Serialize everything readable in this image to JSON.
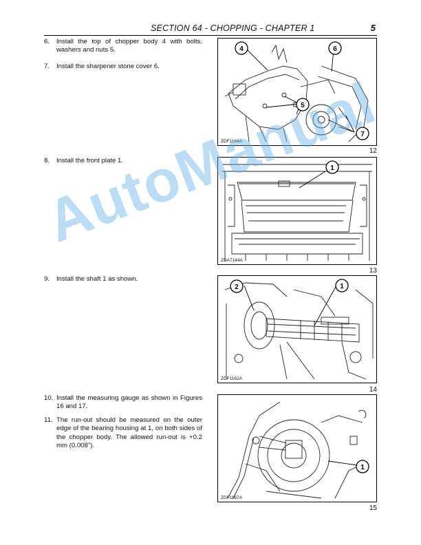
{
  "header": {
    "title": "SECTION 64 - CHOPPING - CHAPTER 1",
    "page_number": "5"
  },
  "steps": [
    {
      "num": "6.",
      "text": "Install the top of chopper body 4 with bolts, washers and nuts 5."
    },
    {
      "num": "7.",
      "text": "Install the sharpener stone cover 6."
    },
    {
      "num": "8.",
      "text": "Install the front plate 1."
    },
    {
      "num": "9.",
      "text": "Install the shaft 1 as shown."
    },
    {
      "num": "10.",
      "text": "Install the measuring gauge as shown in Figures 16 and 17."
    },
    {
      "num": "11.",
      "text": "The run-out should be measured on the outer edge of the bearing housing at 1, on both sides of the chopper body. The allowed run-out is +0.2 mm (0.008\")."
    }
  ],
  "figures": [
    {
      "code": "ZDF1164A",
      "number": "12",
      "callouts": [
        "4",
        "6",
        "5",
        "7"
      ]
    },
    {
      "code": "ZDA7144A",
      "number": "13",
      "callouts": [
        "1"
      ]
    },
    {
      "code": "ZDF1162A",
      "number": "14",
      "callouts": [
        "2",
        "1"
      ]
    },
    {
      "code": "ZDF1167A",
      "number": "15",
      "callouts": [
        "1"
      ]
    }
  ],
  "watermark": "AutoManual"
}
